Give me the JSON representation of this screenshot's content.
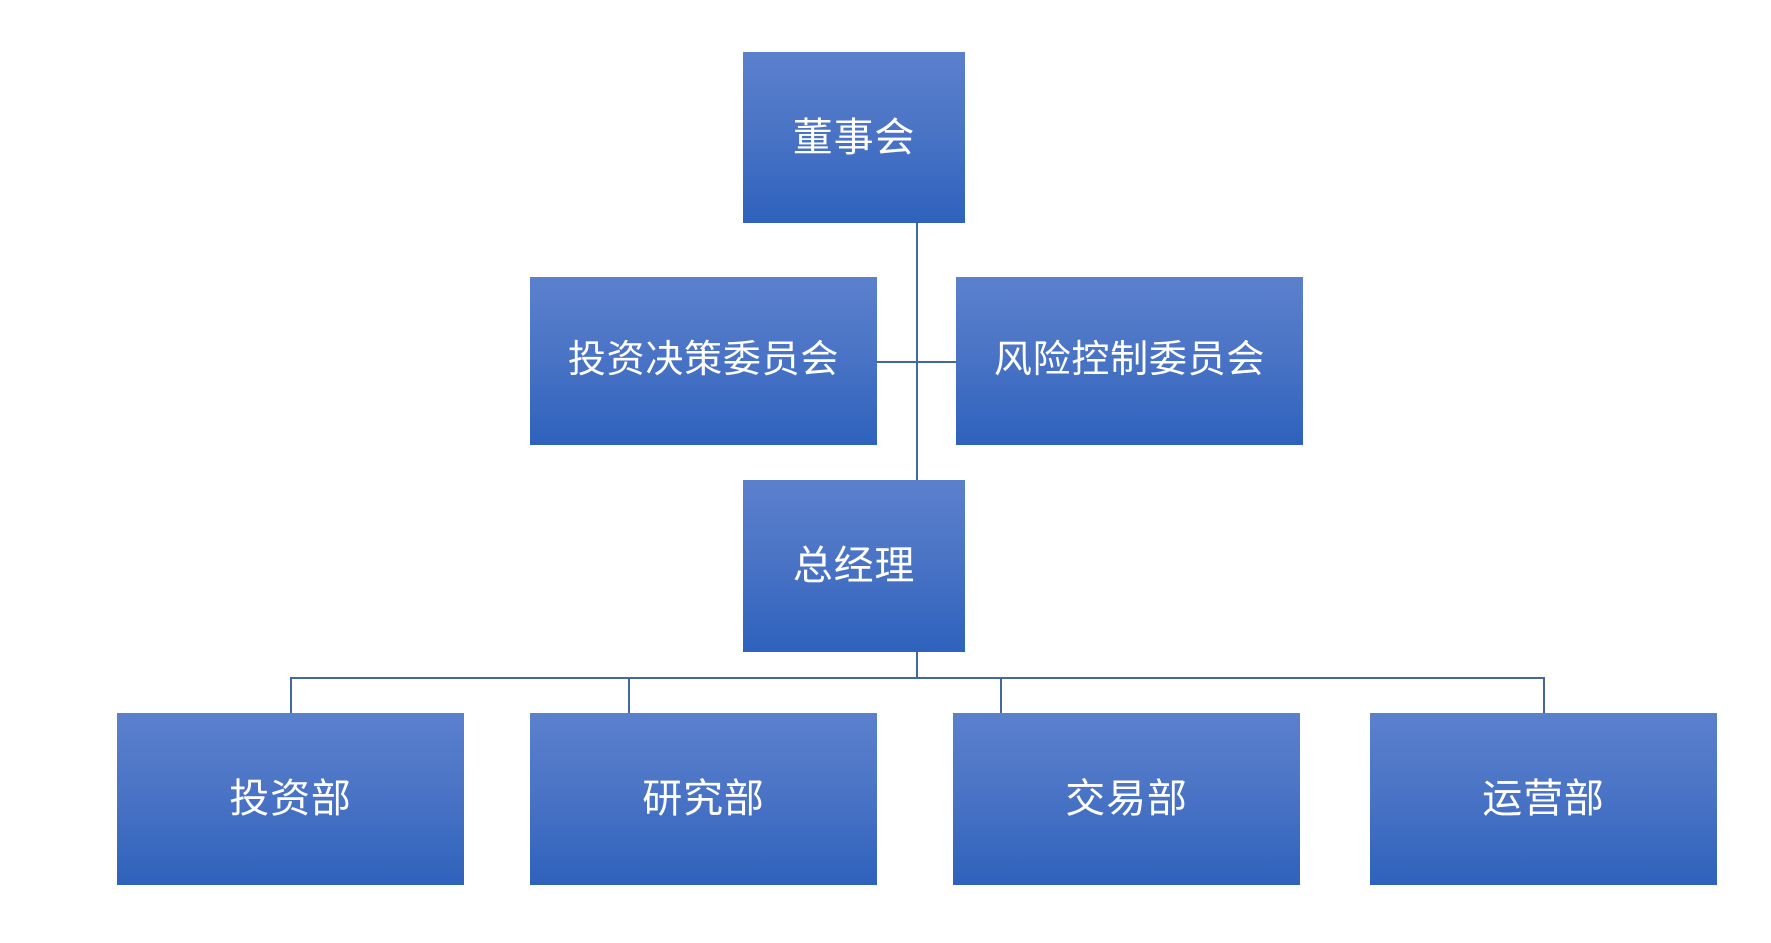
{
  "diagram": {
    "type": "organization-chart",
    "orientation": "top-down",
    "background_color": "#FFFFFF",
    "node_gradient_top": "#5B81CD",
    "node_gradient_bottom": "#2E62BC",
    "node_text_color": "#FFFFFF",
    "connector_color": "#41699E"
  },
  "nodes": {
    "root": {
      "label": "董事会",
      "level": 0
    },
    "committees": [
      {
        "label": "投资决策委员会",
        "level": 1
      },
      {
        "label": "风险控制委员会",
        "level": 1
      }
    ],
    "general_manager": {
      "label": "总经理",
      "level": 2
    },
    "departments": [
      {
        "label": "投资部",
        "level": 3
      },
      {
        "label": "研究部",
        "level": 3
      },
      {
        "label": "交易部",
        "level": 3
      },
      {
        "label": "运营部",
        "level": 3
      }
    ]
  },
  "edges": [
    {
      "from": "董事会",
      "to": "总经理"
    },
    {
      "from": "投资决策委员会",
      "to": "风险控制委员会"
    },
    {
      "from": "总经理",
      "to": "投资部"
    },
    {
      "from": "总经理",
      "to": "研究部"
    },
    {
      "from": "总经理",
      "to": "交易部"
    },
    {
      "from": "总经理",
      "to": "运营部"
    }
  ]
}
